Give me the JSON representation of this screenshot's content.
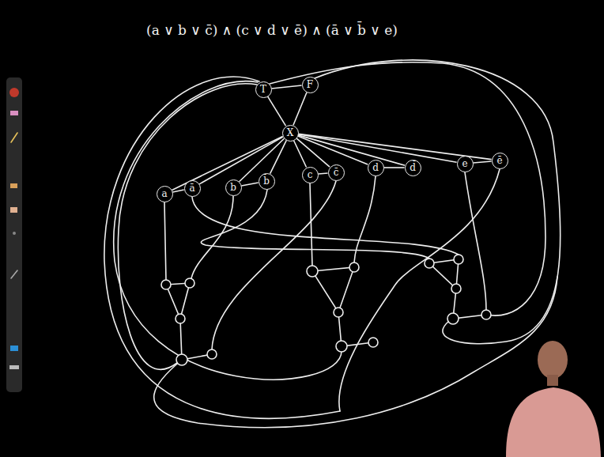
{
  "diagram": {
    "nodes": [
      {
        "text": [
          "T"
        ]
      },
      {
        "text": [
          "F"
        ]
      },
      {
        "text": [
          "X"
        ]
      },
      {
        "text": [
          "a"
        ]
      },
      {
        "text": [
          "ā"
        ]
      },
      {
        "text": [
          "b"
        ]
      },
      {
        "text": [
          "b̄"
        ]
      },
      {
        "text": [
          "c"
        ]
      },
      {
        "text": [
          "c̄"
        ]
      },
      {
        "text": [
          "d"
        ]
      },
      {
        "text": [
          "d̄"
        ]
      },
      {
        "text": [
          "e"
        ]
      },
      {
        "text": [
          "ē"
        ]
      }
    ],
    "edges": [
      {
        "from": 0,
        "to": 1,
        "arrow": "none"
      },
      {
        "from": 0,
        "to": 2,
        "arrow": "none"
      },
      {
        "from": 1,
        "to": 2,
        "arrow": "none"
      },
      {
        "from": 2,
        "to": 3,
        "arrow": "none"
      },
      {
        "from": 2,
        "to": 4,
        "arrow": "none"
      },
      {
        "from": 2,
        "to": 5,
        "arrow": "none"
      },
      {
        "from": 2,
        "to": 6,
        "arrow": "none"
      },
      {
        "from": 2,
        "to": 7,
        "arrow": "none"
      },
      {
        "from": 2,
        "to": 8,
        "arrow": "none"
      },
      {
        "from": 2,
        "to": 9,
        "arrow": "none"
      },
      {
        "from": 2,
        "to": 10,
        "arrow": "none"
      },
      {
        "from": 2,
        "to": 11,
        "arrow": "none"
      },
      {
        "from": 2,
        "to": 12,
        "arrow": "none"
      },
      {
        "from": 3,
        "to": 4,
        "arrow": "none"
      },
      {
        "from": 5,
        "to": 6,
        "arrow": "none"
      },
      {
        "from": 7,
        "to": 8,
        "arrow": "none"
      },
      {
        "from": 9,
        "to": 10,
        "arrow": "none"
      },
      {
        "from": 11,
        "to": 12,
        "arrow": "none"
      }
    ],
    "labels": [
      "(a ∨ b ∨ c̄) ∧ (c ∨ d ∨ ē) ∧ (ā ∨ b̄ ∨ e)"
    ]
  }
}
